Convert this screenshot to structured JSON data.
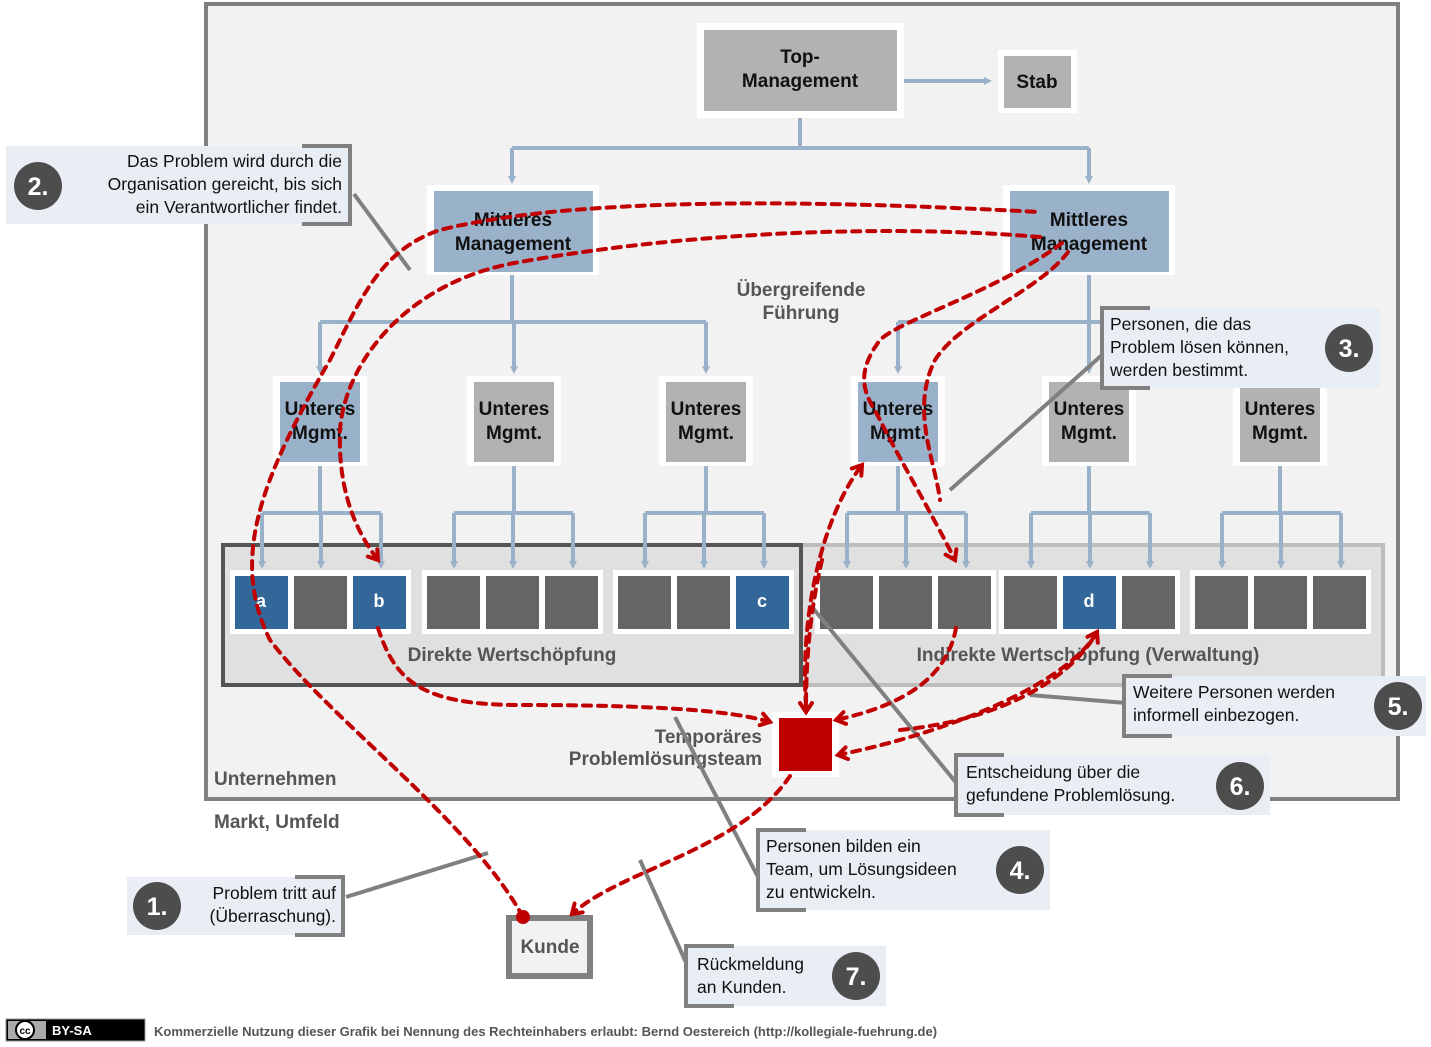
{
  "colors": {
    "company_bg": "#f2f2f2",
    "company_border": "#808080",
    "box_grey": "#b2b2b2",
    "box_blue": "#9ab1ca",
    "cell_dark": "#656565",
    "cell_blue": "#336699",
    "connector": "#9ab1ca",
    "flow_red": "#c00000",
    "callout_bg": "#e9edf4",
    "badge": "#4d4d4d"
  },
  "org": {
    "top_management": [
      "Top-",
      "Management"
    ],
    "staff": "Stab",
    "middle_left": [
      "Mittleres",
      "Management"
    ],
    "middle_right": [
      "Mittleres",
      "Management"
    ],
    "lower": [
      [
        "Unteres",
        "Mgmt."
      ],
      [
        "Unteres",
        "Mgmt."
      ],
      [
        "Unteres",
        "Mgmt."
      ],
      [
        "Unteres",
        "Mgmt."
      ],
      [
        "Unteres",
        "Mgmt."
      ],
      [
        "Unteres",
        "Mgmt."
      ]
    ],
    "overarching_leadership": [
      "Übergreifende",
      "Führung"
    ],
    "direct_value": "Direkte Wertschöpfung",
    "indirect_value": "Indirekte Wertschöpfung (Verwaltung)",
    "employees": {
      "a": "a",
      "b": "b",
      "c": "c",
      "d": "d"
    },
    "temp_team": [
      "Temporäres",
      "Problemlösungsteam"
    ],
    "company": "Unternehmen",
    "market": "Markt, Umfeld",
    "customer": "Kunde"
  },
  "callouts": [
    {
      "number": "1.",
      "lines": [
        "Problem tritt auf",
        "(Überraschung)."
      ]
    },
    {
      "number": "2.",
      "lines": [
        "Das Problem wird durch die",
        "Organisation gereicht, bis sich",
        "ein Verantwortlicher findet."
      ]
    },
    {
      "number": "3.",
      "lines": [
        "Personen, die das",
        "Problem lösen können,",
        "werden bestimmt."
      ]
    },
    {
      "number": "4.",
      "lines": [
        "Personen bilden ein",
        "Team, um Lösungsideen",
        "zu entwickeln."
      ]
    },
    {
      "number": "5.",
      "lines": [
        "Weitere Personen werden",
        "informell einbezogen."
      ]
    },
    {
      "number": "6.",
      "lines": [
        "Entscheidung über die",
        "gefundene Problemlösung."
      ]
    },
    {
      "number": "7.",
      "lines": [
        "Rückmeldung",
        "an Kunden."
      ]
    }
  ],
  "footer": {
    "license_icon": "cc-icon",
    "license_cc": "cc",
    "license": "BY-SA",
    "text": "Kommerzielle Nutzung dieser Grafik bei Nennung des Rechteinhabers erlaubt: Bernd Oestereich (http://kollegiale-fuehrung.de)"
  }
}
